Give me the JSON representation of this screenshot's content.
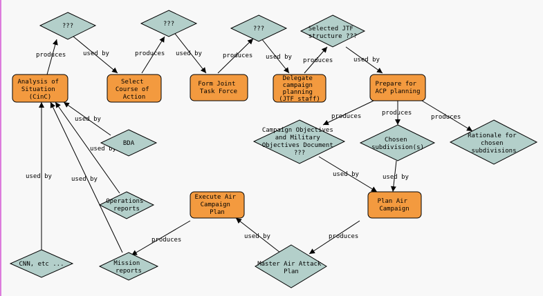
{
  "diagram": {
    "processes": {
      "analysis": [
        "Analysis of",
        "Situation",
        "(CinC)"
      ],
      "select_coa": [
        "Select",
        "Course of",
        "Action"
      ],
      "form_jtf": [
        "Form Joint",
        "Task Force"
      ],
      "delegate": [
        "Delegate",
        "campaign",
        "planning",
        "(JTF staff)"
      ],
      "prepare_acp": [
        "Prepare for",
        "ACP planning"
      ],
      "plan_air": [
        "Plan Air",
        "Campaign"
      ],
      "execute_air": [
        "Execute Air",
        "Campaign",
        "Plan"
      ]
    },
    "artifacts": {
      "q1": [
        "???"
      ],
      "q2": [
        "???"
      ],
      "q3": [
        "???"
      ],
      "jtf_structure": [
        "Selected JTF",
        "structure ???"
      ],
      "objectives_doc": [
        "Campaign Objectives",
        "and Military",
        "Objectives  Document",
        "???"
      ],
      "chosen_sub": [
        "Chosen",
        "subdivision(s)"
      ],
      "rationale": [
        "Rationale for",
        "chosen",
        "subdivisions"
      ],
      "bda": [
        "BDA"
      ],
      "ops_reports": [
        "Operations",
        "reports"
      ],
      "cnn": [
        "CNN, etc ..."
      ],
      "mission_reports": [
        "Mission",
        "reports"
      ],
      "maap": [
        "Master Air Attack",
        "Plan"
      ]
    },
    "edge_labels": {
      "produces": "produces",
      "used_by": "used by"
    }
  }
}
